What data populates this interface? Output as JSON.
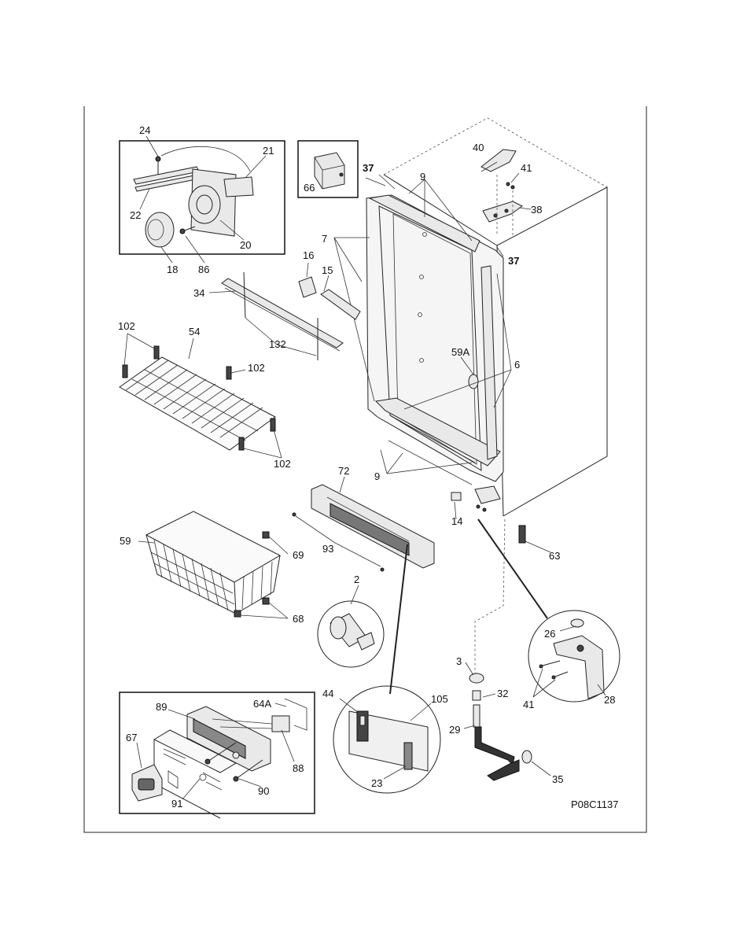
{
  "diagram": {
    "drawing_code": "P08C1137",
    "callouts": {
      "c24": "24",
      "c21": "21",
      "c22": "22",
      "c20": "20",
      "c18": "18",
      "c86": "86",
      "c66": "66",
      "c37a": "37",
      "c37b": "37",
      "c9a": "9",
      "c9b": "9",
      "c40": "40",
      "c41a": "41",
      "c38": "38",
      "c7": "7",
      "c16": "16",
      "c15": "15",
      "c34": "34",
      "c102a": "102",
      "c54": "54",
      "c102b": "102",
      "c102c": "102",
      "c132": "132",
      "c59A": "59A",
      "c6": "6",
      "c72": "72",
      "c14": "14",
      "c63": "63",
      "c59": "59",
      "c69": "69",
      "c93": "93",
      "c68": "68",
      "c2": "2",
      "c26": "26",
      "c28": "28",
      "c41b": "41",
      "c3": "3",
      "c32": "32",
      "c29": "29",
      "c35": "35",
      "c44": "44",
      "c105": "105",
      "c23": "23",
      "c64A": "64A",
      "c89": "89",
      "c67": "67",
      "c88": "88",
      "c90": "90",
      "c91": "91"
    }
  }
}
